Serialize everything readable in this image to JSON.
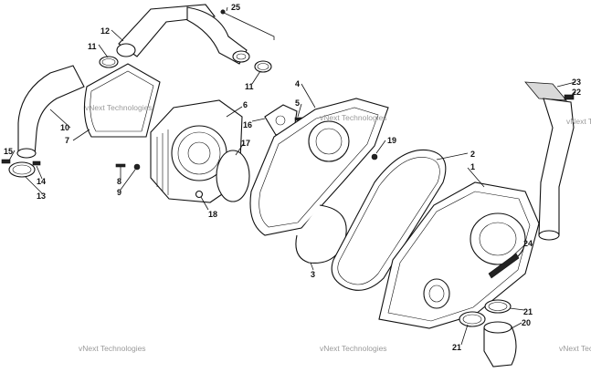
{
  "diagram": {
    "callouts": [
      "1",
      "2",
      "3",
      "4",
      "5",
      "6",
      "7",
      "8",
      "9",
      "10",
      "11",
      "11",
      "12",
      "13",
      "14",
      "15",
      "16",
      "17",
      "18",
      "19",
      "20",
      "21",
      "21",
      "22",
      "23",
      "24",
      "25"
    ],
    "watermarks": [
      "vNext Technologies",
      "vNext Technologies",
      "vNext Technologies",
      "vNext Technologies",
      "vNext Technologies"
    ]
  }
}
